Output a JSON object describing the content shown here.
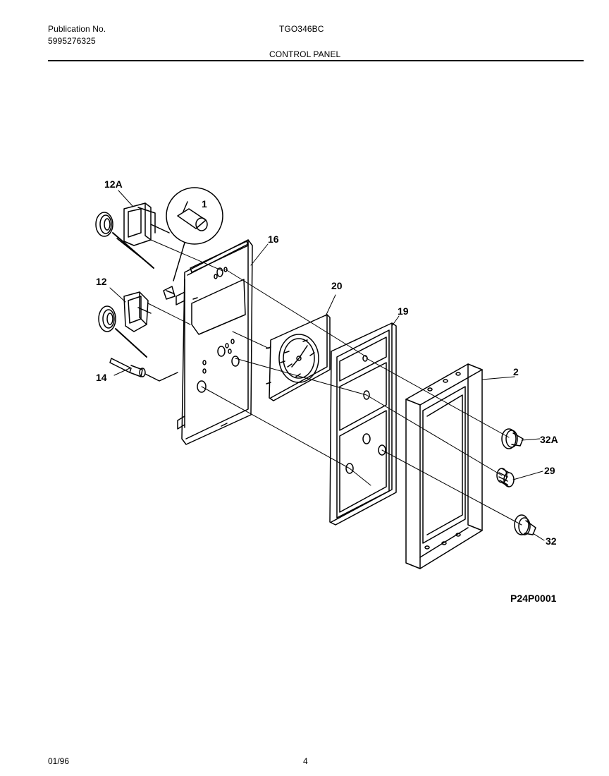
{
  "header": {
    "publication_label": "Publication No.",
    "publication_number": "5995276325",
    "model": "TGO346BC",
    "section_title": "CONTROL PANEL"
  },
  "parts": {
    "thermostat_12a": "12A",
    "detail_1": "1",
    "control_panel_16": "16",
    "thermostat_12": "12",
    "clock_20": "20",
    "overlay_19": "19",
    "frame_2": "2",
    "sensor_14": "14",
    "knob_32a": "32A",
    "knob_29": "29",
    "knob_32": "32"
  },
  "figure_code": "P24P0001",
  "footer": {
    "date": "01/96",
    "page": "4"
  }
}
